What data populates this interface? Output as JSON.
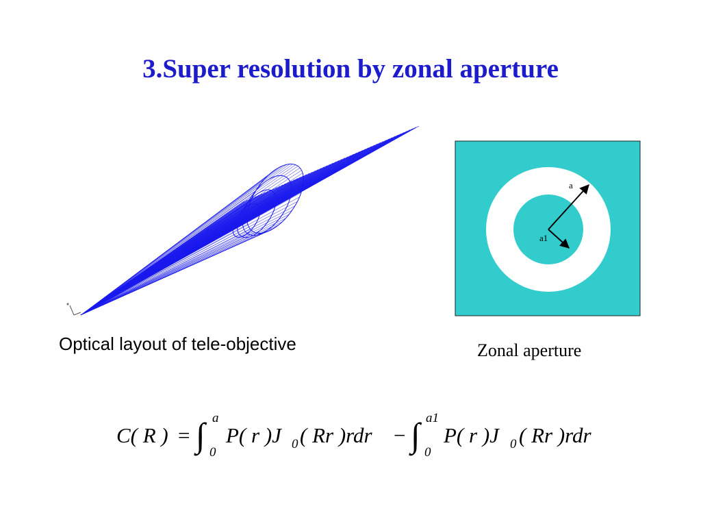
{
  "slide": {
    "title": "3.Super resolution by zonal aperture"
  },
  "figures": {
    "optical_caption": "Optical layout of tele-objective",
    "zonal_caption": "Zonal aperture",
    "zonal": {
      "outer_label": "a",
      "inner_label": "a1",
      "fill_color": "#33cccc",
      "ring_color": "#ffffff"
    },
    "ray_color": "#1a1aee"
  },
  "formula": {
    "lhs": "C( R )",
    "eq": "=",
    "int1_upper": "a",
    "int1_lower": "0",
    "term1_a": "P( r )J",
    "term1_sub": "0",
    "term1_b": "( Rr )rdr",
    "minus": "−",
    "int2_upper": "a1",
    "int2_lower": "0",
    "term2_a": "P( r )J",
    "term2_sub": "0",
    "term2_b": "( Rr )rdr"
  }
}
